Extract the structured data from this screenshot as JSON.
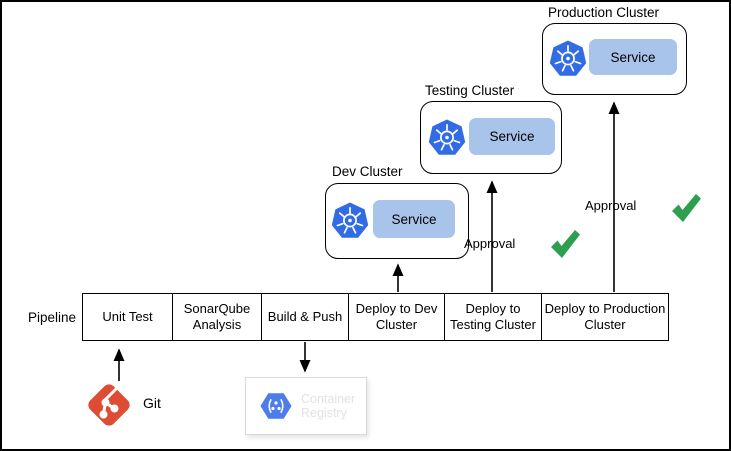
{
  "diagram": {
    "pipeline_label": "Pipeline",
    "stages": [
      "Unit Test",
      "SonarQube Analysis",
      "Build & Push",
      "Deploy to Dev Cluster",
      "Deploy to Testing Cluster",
      "Deploy to Production Cluster"
    ],
    "clusters": [
      {
        "label": "Dev Cluster",
        "service_label": "Service"
      },
      {
        "label": "Testing Cluster",
        "service_label": "Service"
      },
      {
        "label": "Production Cluster",
        "service_label": "Service"
      }
    ],
    "git_label": "Git",
    "registry": {
      "line1": "Container",
      "line2": "Registry"
    },
    "approvals": [
      {
        "label": "Approval"
      },
      {
        "label": "Approval"
      }
    ],
    "icons": {
      "kubernetes": "kubernetes-helm-wheel-heptagon",
      "git": "git-branch-red-diamond",
      "registry": "container-registry-blue-hexagon",
      "approval": "green-check-mark",
      "arrow": "black-arrowhead-line"
    },
    "colors": {
      "kubernetes_blue": "#326CE5",
      "service_fill": "#A9C4EB",
      "git_red": "#DE4C36",
      "registry_blue": "#4C7DE8",
      "check_green": "#2E9E4F",
      "registry_text_gray": "#E2E2E2",
      "line_black": "#000000"
    }
  }
}
